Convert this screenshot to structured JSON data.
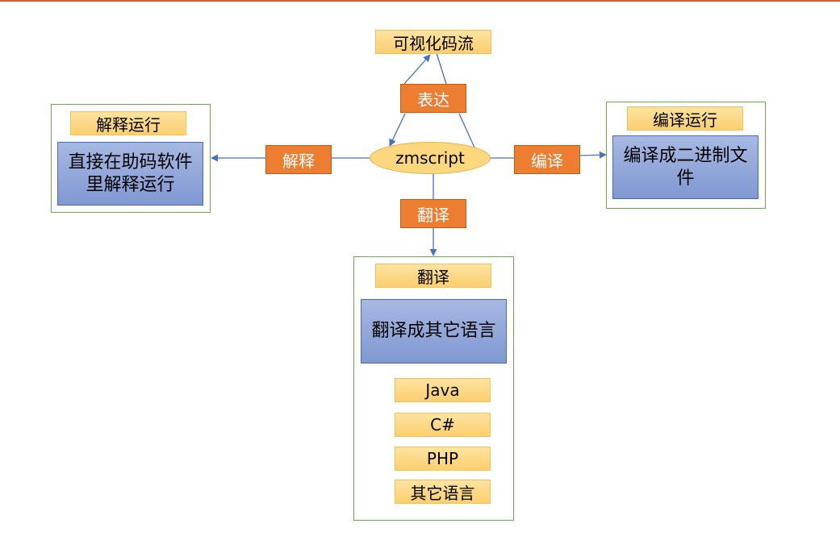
{
  "diagram": {
    "center": "zmscript",
    "top": {
      "relation": "表达",
      "target": "可视化码流"
    },
    "left": {
      "relation": "解释",
      "title": "解释运行",
      "detail": "直接在助码软件里解释运行"
    },
    "right": {
      "relation": "编译",
      "title": "编译运行",
      "detail": "编译成二进制文件"
    },
    "bottom": {
      "relation": "翻译",
      "title": "翻译",
      "detail": "翻译成其它语言",
      "languages": [
        "Java",
        "C#",
        "PHP",
        "其它语言"
      ]
    }
  }
}
